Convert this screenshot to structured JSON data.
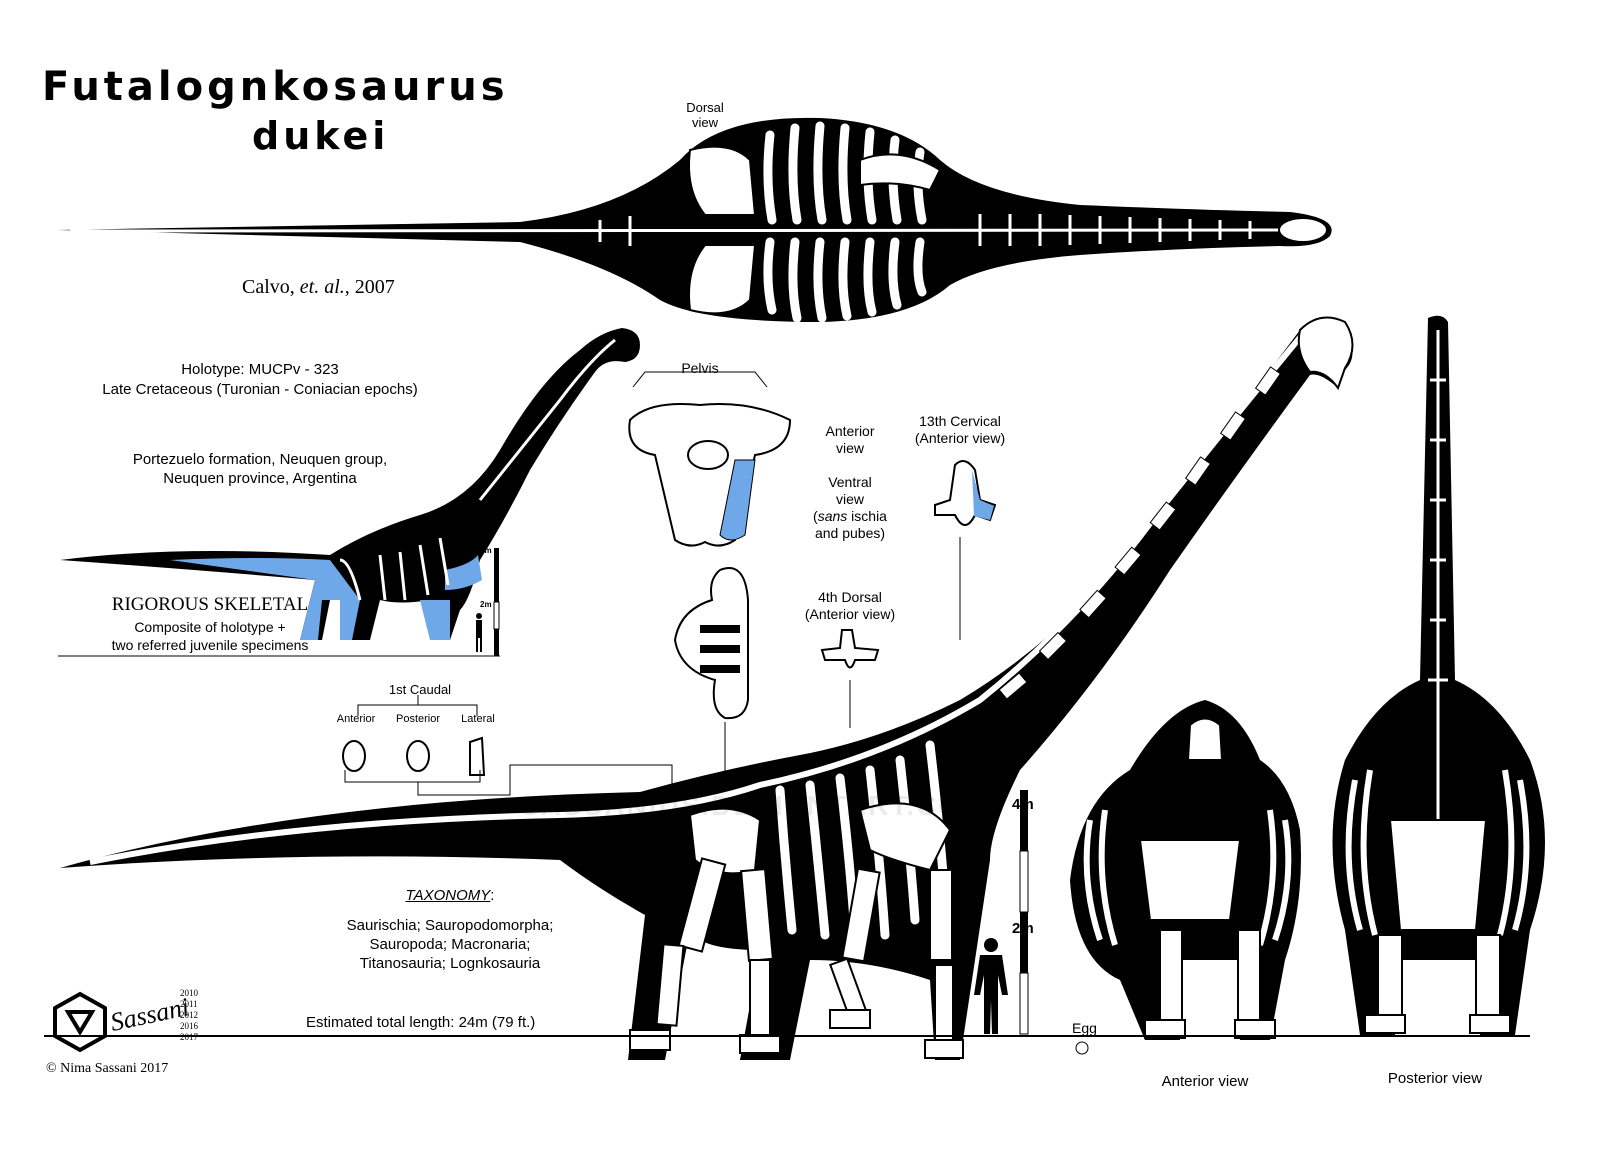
{
  "title": {
    "line1": "Futalognkosaurus",
    "line2": "dukei"
  },
  "citation": {
    "authors": "Calvo, ",
    "etal": "et. al.",
    "year": ", 2007"
  },
  "holotype": {
    "line1": "Holotype: MUCPv - 323",
    "line2": "Late Cretaceous (Turonian - Coniacian epochs)"
  },
  "locality": {
    "line1": "Portezuelo formation, Neuquen group,",
    "line2": "Neuquen province, Argentina"
  },
  "rigorous": {
    "heading": "RIGOROUS SKELETAL",
    "line1": "Composite of holotype +",
    "line2": "two referred juvenile specimens"
  },
  "small_scale": {
    "top": "4m",
    "mid": "2m"
  },
  "dorsal_view": {
    "line1": "Dorsal",
    "line2": "view"
  },
  "pelvis": {
    "label": "Pelvis",
    "anterior_line1": "Anterior",
    "anterior_line2": "view",
    "ventral_line1": "Ventral",
    "ventral_line2": "view",
    "ventral_line3a": "(",
    "ventral_line3b": "sans",
    "ventral_line3c": " ischia",
    "ventral_line4": "and pubes)"
  },
  "cervical": {
    "line1": "13th Cervical",
    "line2": "(Anterior view)"
  },
  "dorsal_vert": {
    "line1": "4th Dorsal",
    "line2": "(Anterior view)"
  },
  "caudal": {
    "label": "1st Caudal",
    "anterior": "Anterior",
    "posterior": "Posterior",
    "lateral": "Lateral"
  },
  "taxonomy": {
    "heading": "TAXONOMY",
    "colon": ":",
    "line1": "Saurischia; Sauropodomorpha;",
    "line2": "Sauropoda; Macronaria;",
    "line3": "Titanosauria; Lognkosauria"
  },
  "length": "Estimated total length: 24m (79 ft.)",
  "big_scale": {
    "top": "4m",
    "mid": "2m"
  },
  "egg_label": "Egg",
  "anterior_view": "Anterior view",
  "posterior_view": "Posterior view",
  "copyright": "© Nima Sassani 2017",
  "signature": {
    "name": "Sassani",
    "years": [
      "2010",
      "2011",
      "2012",
      "2016",
      "2017"
    ]
  },
  "watermark": "SASSANIDS.DEVIANTART.COM",
  "colors": {
    "ink": "#000000",
    "bone": "#ffffff",
    "highlight": "#6fa8e8"
  }
}
